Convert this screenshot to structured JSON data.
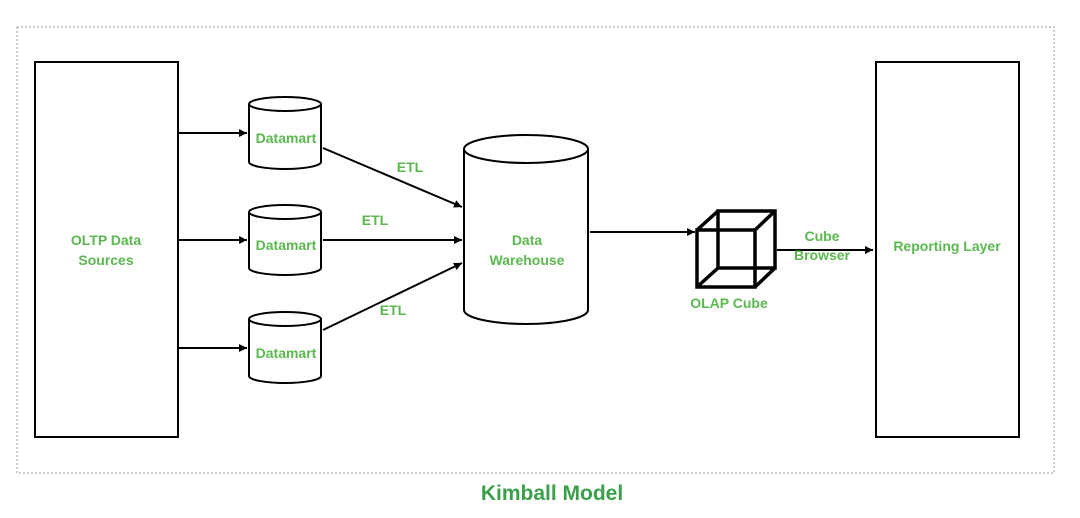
{
  "diagram": {
    "title": "Kimball Model",
    "colors": {
      "label": "#5bb84f",
      "title": "#3aa04a",
      "stroke": "#000000",
      "frame": "#9a9a9a"
    },
    "oltp": {
      "line1": "OLTP Data",
      "line2": "Sources"
    },
    "datamarts": [
      {
        "label": "Datamart"
      },
      {
        "label": "Datamart"
      },
      {
        "label": "Datamart"
      }
    ],
    "etl_labels": [
      "ETL",
      "ETL",
      "ETL"
    ],
    "warehouse": {
      "line1": "Data",
      "line2": "Warehouse"
    },
    "olap": {
      "label": "OLAP Cube"
    },
    "browser": {
      "line1": "Cube",
      "line2": "Browser"
    },
    "reporting": {
      "label": "Reporting Layer"
    }
  }
}
